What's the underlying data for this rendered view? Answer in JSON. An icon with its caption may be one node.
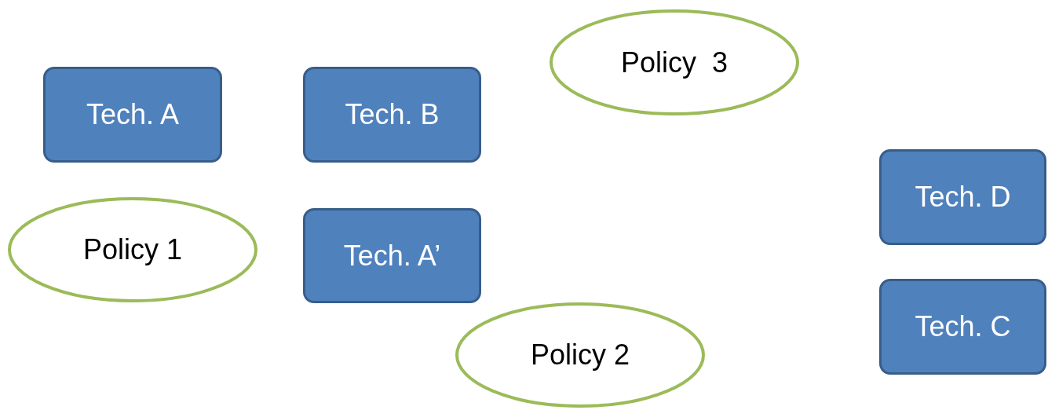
{
  "diagram": {
    "nodes": [
      {
        "text": [
          "Policy  3"
        ]
      },
      {
        "text": [
          "Tech. A"
        ]
      },
      {
        "text": [
          "Tech. B"
        ]
      },
      {
        "text": [
          "Tech. D"
        ]
      },
      {
        "text": [
          "Policy 1"
        ]
      },
      {
        "text": [
          "Tech. A’"
        ]
      },
      {
        "text": [
          "Tech. C"
        ]
      },
      {
        "text": [
          "Policy 2"
        ]
      }
    ]
  }
}
